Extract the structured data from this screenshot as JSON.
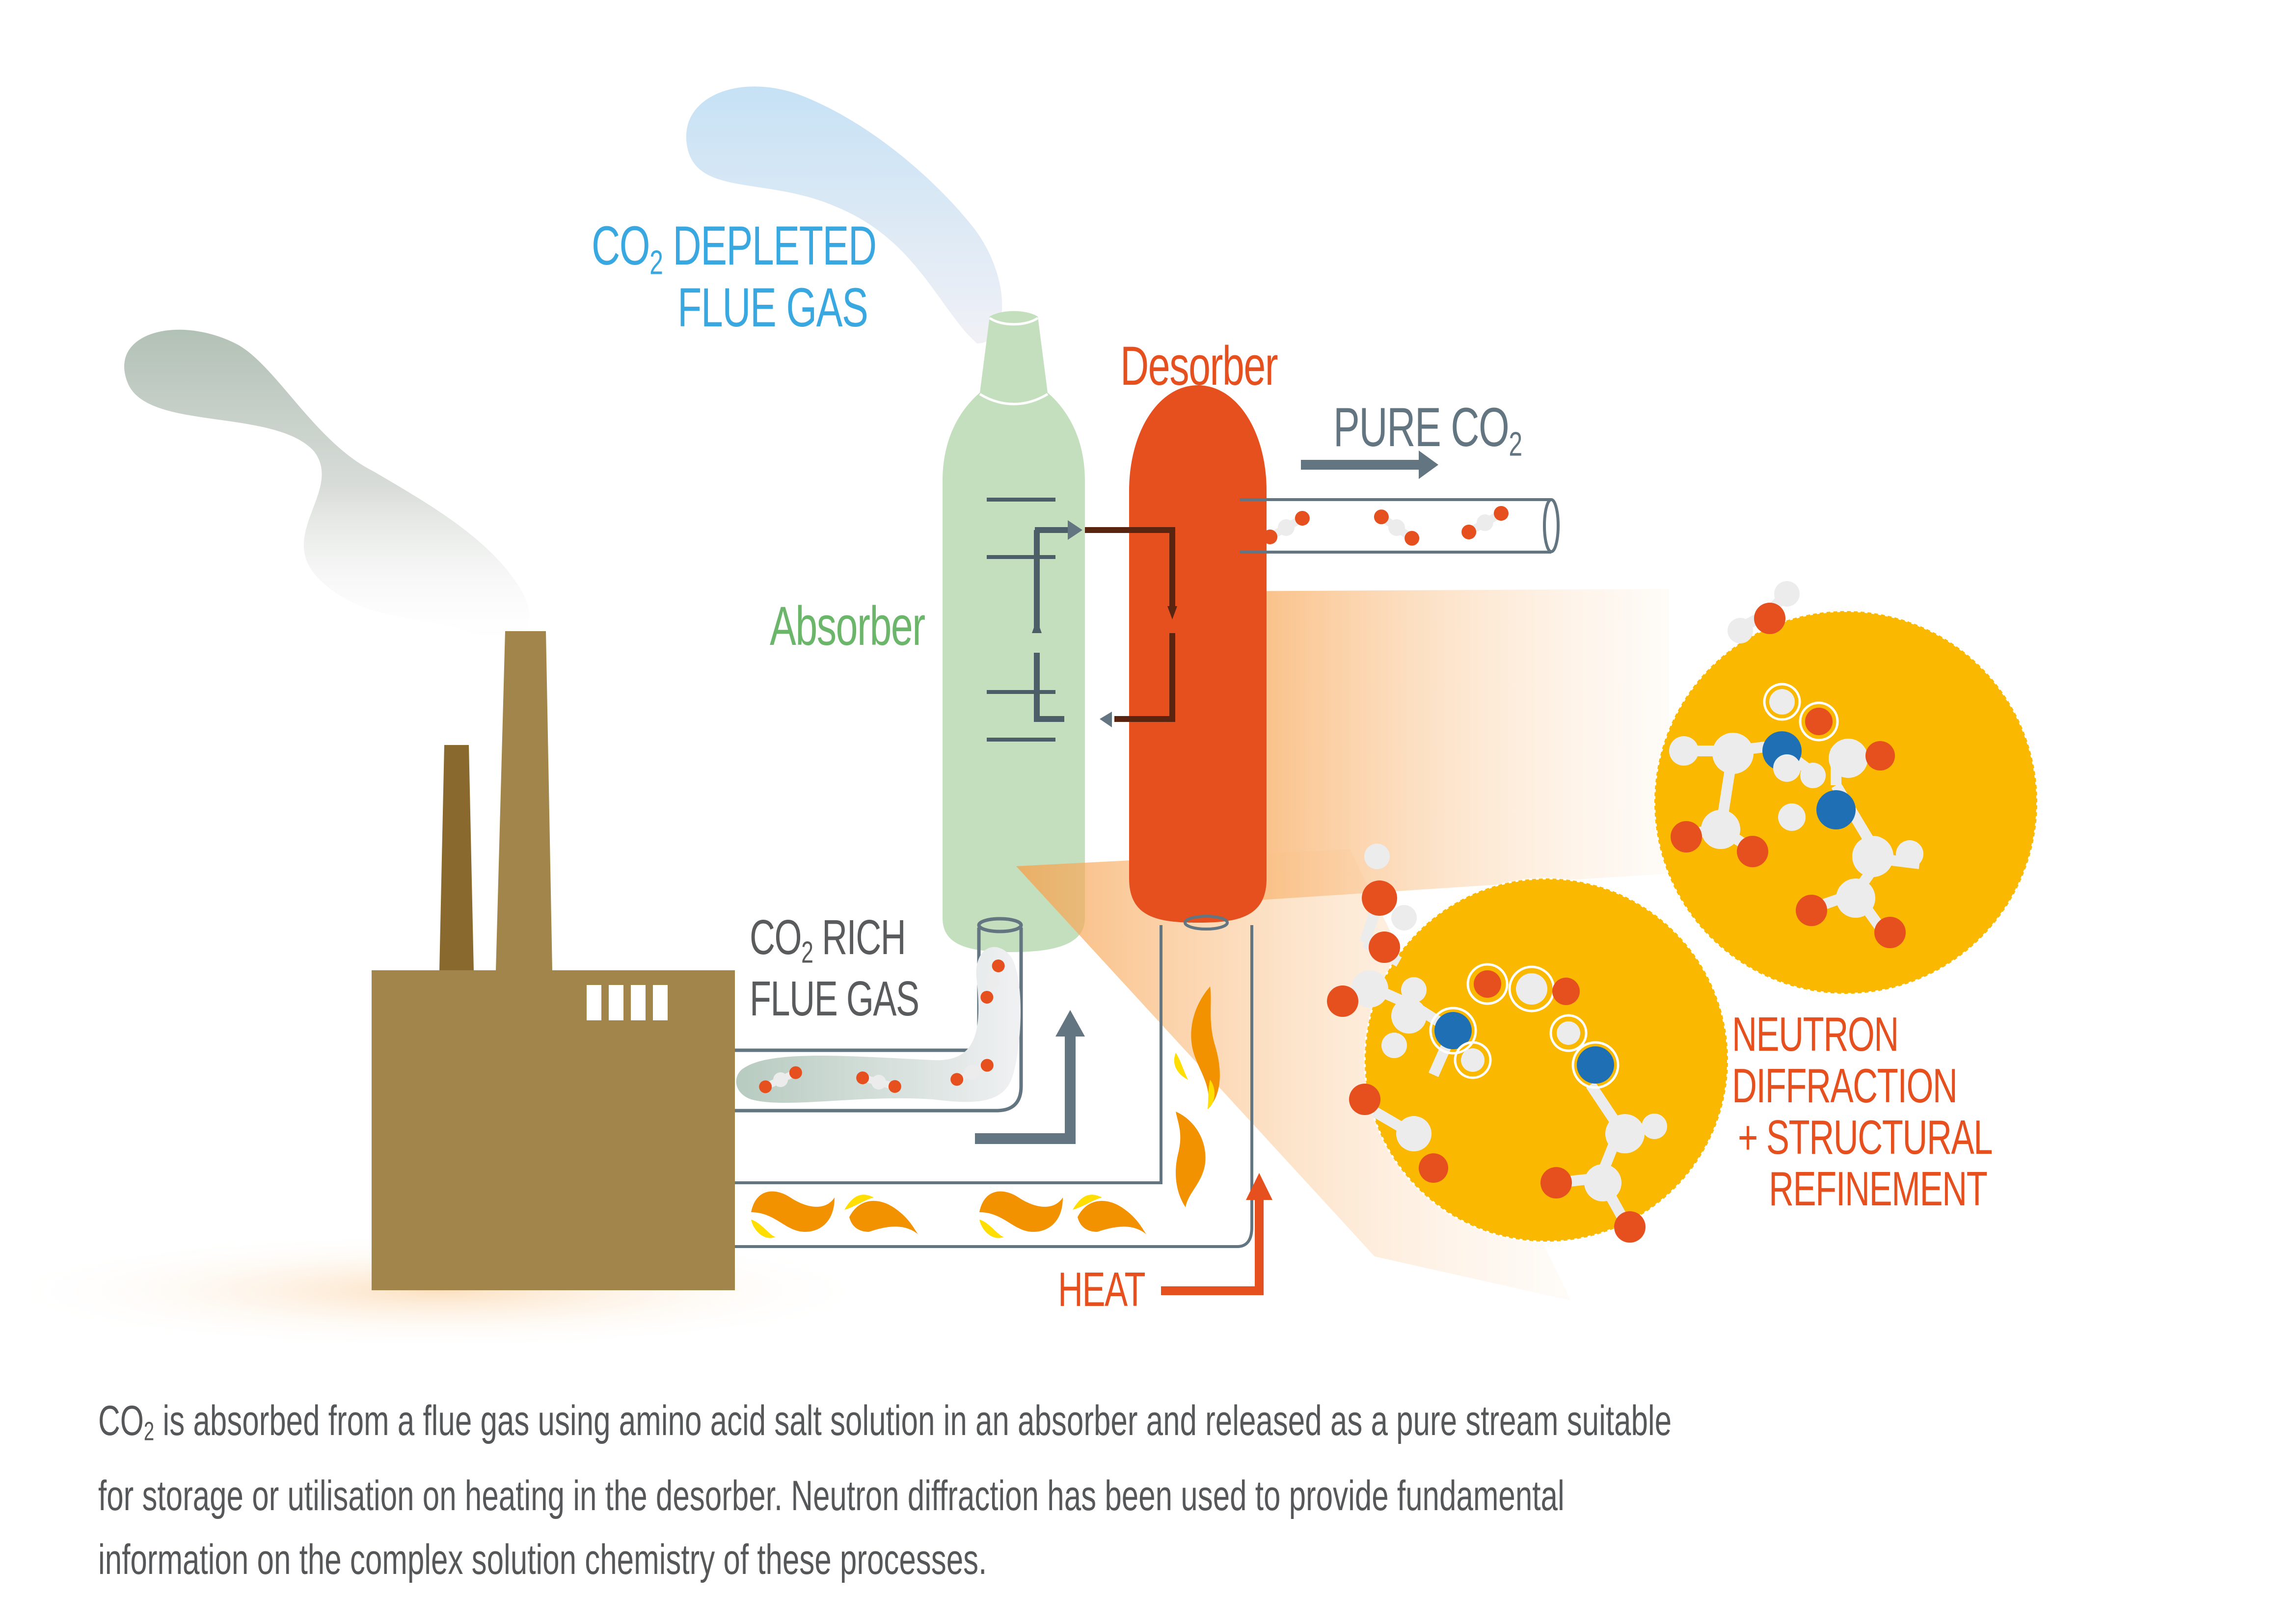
{
  "labels": {
    "depleted_line1_prefix": "CO",
    "depleted_line1_sub": "2",
    "depleted_line1_rest": " DEPLETED",
    "depleted_line2": "FLUE GAS",
    "desorber": "Desorber",
    "absorber": "Absorber",
    "pure_prefix": "PURE CO",
    "pure_sub": "2",
    "rich_line1_prefix": "CO",
    "rich_line1_sub": "2",
    "rich_line1_rest": " RICH",
    "rich_line2": "FLUE GAS",
    "heat": "HEAT",
    "neutron_line1": "NEUTRON",
    "neutron_line2": "DIFFRACTION",
    "neutron_line3": "+ STRUCTURAL",
    "neutron_line4": "REFINEMENT"
  },
  "caption": {
    "prefix": "CO",
    "sub": "2",
    "line1_rest": " is absorbed from a flue gas using amino acid salt solution in an absorber and released as a pure stream suitable",
    "line2": "for storage or utilisation on heating in the desorber. Neutron diffraction has been used to provide fundamental",
    "line3": "information on the complex solution chemistry of these processes."
  },
  "colors": {
    "depleted_text": "#3aa8e0",
    "desorber": "#e64f1e",
    "absorber_fill": "#c4dfbd",
    "absorber_text": "#6cb66b",
    "gray_text": "#5a5b5c",
    "pipe": "#627580",
    "factory": "#a2854a",
    "factory_dark": "#89692e",
    "flame": "#f39200",
    "flame_yellow": "#ffde00",
    "molecule_bg": "#fbb800",
    "oxygen": "#e64f1e",
    "nitrogen": "#1e6fb4",
    "hydrogen": "#ececec"
  },
  "components": [
    {
      "name": "Factory",
      "icon": "factory-icon"
    },
    {
      "name": "Absorber",
      "icon": "absorber-column"
    },
    {
      "name": "Desorber",
      "icon": "desorber-column"
    },
    {
      "name": "Molecular structure detail 1",
      "icon": "molecule-icon"
    },
    {
      "name": "Molecular structure detail 2",
      "icon": "molecule-icon"
    }
  ]
}
